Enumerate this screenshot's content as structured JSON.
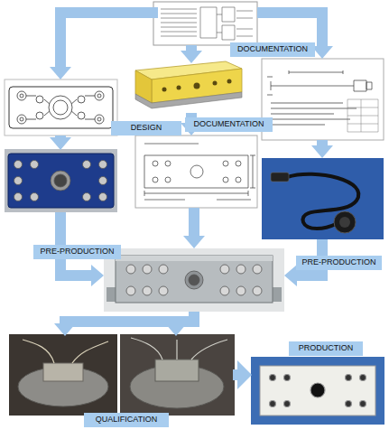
{
  "diagram": {
    "nodes": [
      {
        "text": [
          "DOCUMENTATION"
        ]
      },
      {
        "text": [
          "DESIGN"
        ]
      },
      {
        "text": [
          "DOCUMENTATION"
        ]
      },
      {
        "text": [
          "PRE-PRODUCTION"
        ]
      },
      {
        "text": [
          "PRE-PRODUCTION"
        ]
      },
      {
        "text": [
          "PRODUCTION"
        ]
      },
      {
        "text": [
          "QUALIFICATION"
        ]
      }
    ]
  }
}
